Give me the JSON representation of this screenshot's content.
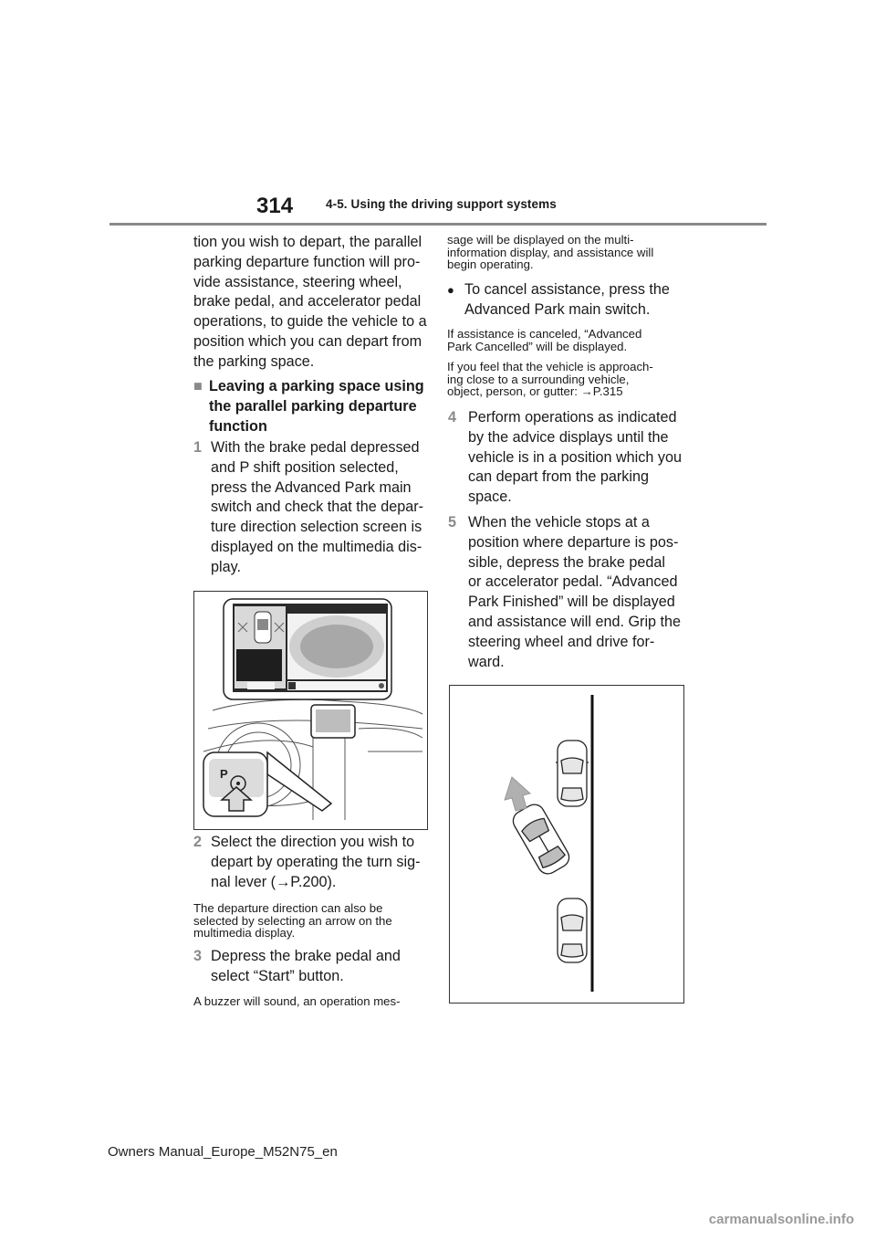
{
  "header": {
    "page_number": "314",
    "section": "4-5. Using the driving support systems"
  },
  "left_column": {
    "intro": [
      "tion you wish to depart, the parallel",
      "parking departure function will pro-",
      "vide assistance, steering wheel,",
      "brake pedal, and accelerator pedal",
      "operations, to guide the vehicle to a",
      "position which you can depart from",
      "the parking space."
    ],
    "subheading_marker": "■",
    "subheading": [
      "Leaving a parking space using",
      "the parallel parking departure",
      "function"
    ],
    "step1_num": "1",
    "step1": [
      "With the brake pedal depressed",
      "and P shift position selected,",
      "press the Advanced Park main",
      "switch and check that the depar-",
      "ture direction selection screen is",
      "displayed on the multimedia dis-",
      "play."
    ],
    "step2_num": "2",
    "step2": [
      "Select the direction you wish to",
      "depart by operating the turn sig-",
      "nal lever (→P.200)."
    ],
    "note2": [
      "The departure direction can also be",
      "selected by selecting an arrow on the",
      "multimedia display."
    ],
    "step3_num": "3",
    "step3": [
      "Depress the brake pedal and",
      "select “Start” button."
    ],
    "note3": "A buzzer will sound, an operation mes-",
    "figure_switch_label": "P"
  },
  "right_column": {
    "note3_cont": [
      "sage will be displayed on the multi-",
      "information display, and assistance will",
      "begin operating."
    ],
    "bullet_marker": "●",
    "bullet": [
      "To cancel assistance, press the",
      "Advanced Park main switch."
    ],
    "note_cancel": [
      "If assistance is canceled, “Advanced",
      "Park Cancelled” will be displayed."
    ],
    "note_approach": [
      "If you feel that the vehicle is approach-",
      "ing close to a surrounding vehicle,",
      "object, person, or gutter: →P.315"
    ],
    "step4_num": "4",
    "step4": [
      "Perform operations as indicated",
      "by the advice displays until the",
      "vehicle is in a position which you",
      "can depart from the parking",
      "space."
    ],
    "step5_num": "5",
    "step5": [
      "When the vehicle stops at a",
      "position where departure is pos-",
      "sible, depress the brake pedal",
      "or accelerator pedal. “Advanced",
      "Park Finished” will be displayed",
      "and assistance will end. Grip the",
      "steering wheel and drive for-",
      "ward."
    ]
  },
  "footer": {
    "manual_id": "Owners Manual_Europe_M52N75_en",
    "watermark": "carmanualsonline.info"
  }
}
